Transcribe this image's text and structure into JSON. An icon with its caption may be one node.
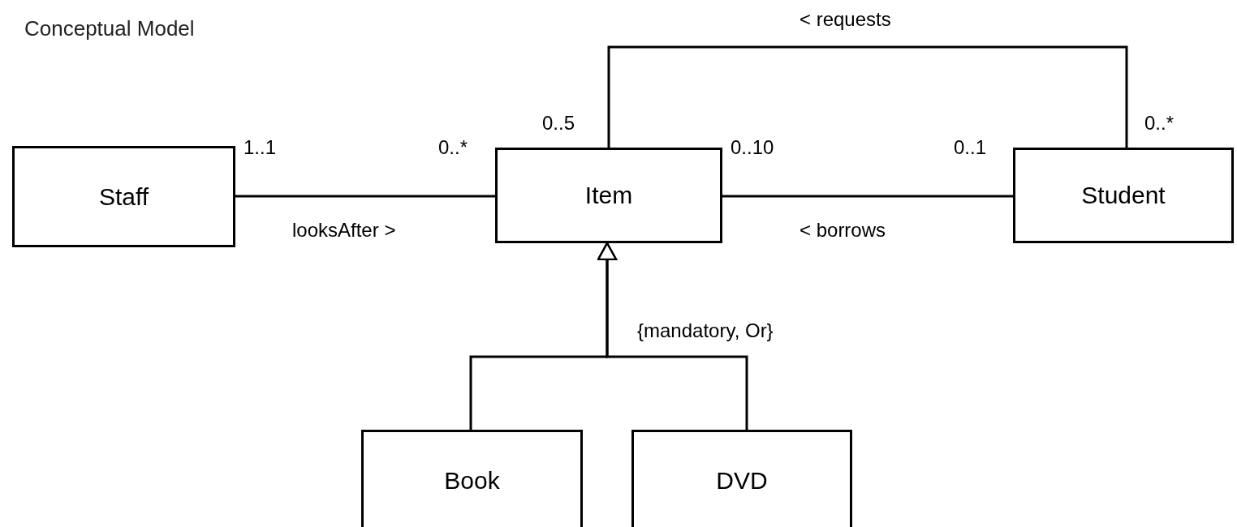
{
  "diagram": {
    "title": "Conceptual Model",
    "nodes": [
      {
        "text": [
          "Staff"
        ]
      },
      {
        "text": [
          "Item"
        ]
      },
      {
        "text": [
          "Student"
        ]
      },
      {
        "text": [
          "Book"
        ]
      },
      {
        "text": [
          "DVD"
        ]
      }
    ],
    "edges": [
      {
        "from": 0,
        "to": 1,
        "arrow": "none",
        "label": "looksAfter >"
      },
      {
        "from": 1,
        "to": 2,
        "arrow": "none",
        "label": "< borrows"
      },
      {
        "from": 1,
        "to": 2,
        "arrow": "none",
        "label": "< requests"
      },
      {
        "from": 3,
        "to": 1,
        "arrow": "to"
      },
      {
        "from": 4,
        "to": 1,
        "arrow": "to"
      }
    ],
    "labels": [
      "0..5",
      "0..*",
      "1..1",
      "0..*",
      "0..10",
      "0..1",
      "{mandatory, Or}"
    ]
  }
}
